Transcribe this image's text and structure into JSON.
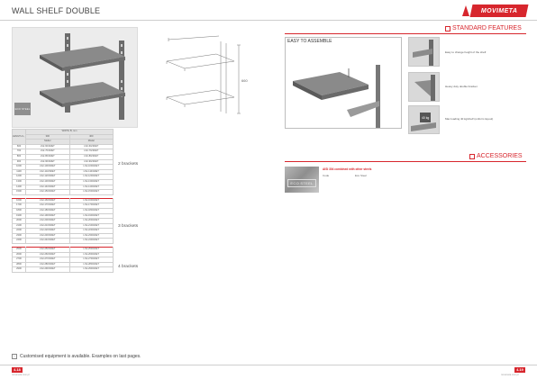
{
  "page": {
    "title": "WALL SHELF DOUBLE",
    "logo_text": "MOVIMETA"
  },
  "photo": {
    "badge": "ECO STEEL"
  },
  "table": {
    "header_length": "LENGTH L, mm",
    "header_width": "WIDTH B, mm",
    "width_cols": [
      "300",
      "400"
    ],
    "model_label": "Model",
    "groups": [
      {
        "label": "2 brackets",
        "rows": [
          [
            "600",
            "LS2-60/30/ET",
            "LS2-60/40/ET"
          ],
          [
            "700",
            "LS2-70/30/ET",
            "LS2-70/40/ET"
          ],
          [
            "800",
            "LS2-80/30/ET",
            "LS2-80/40/ET"
          ],
          [
            "900",
            "LS2-90/30/ET",
            "LS2-90/40/ET"
          ],
          [
            "1000",
            "LS2-100/30/ET",
            "LS2-100/40/ET"
          ],
          [
            "1100",
            "LS2-110/30/ET",
            "LS2-110/40/ET"
          ],
          [
            "1200",
            "LS2-120/30/ET",
            "LS2-120/40/ET"
          ],
          [
            "1300",
            "LS2-130/30/ET",
            "LS2-130/40/ET"
          ],
          [
            "1400",
            "LS2-140/30/ET",
            "LS2-140/40/ET"
          ],
          [
            "1500",
            "LS2-150/30/ET",
            "LS2-150/40/ET"
          ]
        ]
      },
      {
        "label": "3 brackets",
        "rows": [
          [
            "1600",
            "LS2-160/30/ET",
            "LS2-160/40/ET"
          ],
          [
            "1700",
            "LS2-170/30/ET",
            "LS2-170/40/ET"
          ],
          [
            "1800",
            "LS2-180/30/ET",
            "LS2-180/40/ET"
          ],
          [
            "1900",
            "LS2-190/30/ET",
            "LS2-190/40/ET"
          ],
          [
            "2000",
            "LS2-200/30/ET",
            "LS2-200/40/ET"
          ],
          [
            "2100",
            "LS2-210/30/ET",
            "LS2-210/40/ET"
          ],
          [
            "2200",
            "LS2-220/30/ET",
            "LS2-220/40/ET"
          ],
          [
            "2300",
            "LS2-230/30/ET",
            "LS2-230/40/ET"
          ],
          [
            "2400",
            "LS2-240/30/ET",
            "LS2-240/40/ET"
          ]
        ]
      },
      {
        "label": "4 brackets",
        "rows": [
          [
            "2500",
            "LS2-250/30/ET",
            "LS2-250/40/ET"
          ],
          [
            "2600",
            "LS2-260/30/ET",
            "LS2-260/40/ET"
          ],
          [
            "2700",
            "LS2-270/30/ET",
            "LS2-270/40/ET"
          ],
          [
            "2800",
            "LS2-280/30/ET",
            "LS2-280/40/ET"
          ],
          [
            "2900",
            "LS2-290/30/ET",
            "LS2-290/40/ET"
          ]
        ]
      }
    ]
  },
  "drawing": {
    "dim_height": "660"
  },
  "standard_features": {
    "heading": "STANDARD FEATURES",
    "easy_label": "EASY TO ASSEMBLE",
    "items": [
      "Easy to change height of the shelf",
      "Heavy duty double bracket",
      "Max loading 40 kg/shelf (uniform layout)"
    ],
    "load_badge": "40 kg"
  },
  "accessories": {
    "heading": "ACCESSORIES",
    "swatch_label": "ECO STEEL",
    "title": "AISI 304 combined with other steels",
    "code_label": "Code",
    "code_value": "Eco Steel"
  },
  "footer": {
    "note": "Customised equipment is available. Examples on last pages.",
    "page_left": "4.18",
    "page_right": "4.19",
    "small_left": "movimeta.com.pl",
    "small_right": "movimeta.com.pl"
  },
  "colors": {
    "accent": "#d7262d",
    "rule": "#cfcfcf"
  }
}
